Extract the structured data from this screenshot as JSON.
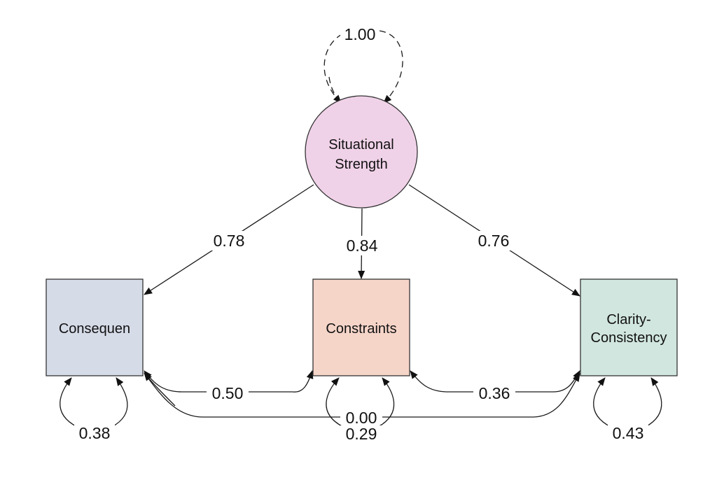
{
  "latent": {
    "label_line1": "Situational",
    "label_line2": "Strength",
    "fill": "#f0d2e8",
    "variance": "1.00"
  },
  "indicators": [
    {
      "id": "consequences",
      "label_line1": "Consequen",
      "label_line2": "",
      "fill": "#d6dbe8",
      "loading": "0.78",
      "residual_variance": "0.38"
    },
    {
      "id": "constraints",
      "label_line1": "Constraints",
      "label_line2": "",
      "fill": "#f6d5c9",
      "loading": "0.84",
      "residual_variance": "0.29"
    },
    {
      "id": "clarity-consistency",
      "label_line1": "Clarity-",
      "label_line2": "Consistency",
      "fill": "#d1e6de",
      "loading": "0.76",
      "residual_variance": "0.43"
    }
  ],
  "covariances": [
    {
      "from": "consequences",
      "to": "constraints",
      "value": "0.50"
    },
    {
      "from": "constraints",
      "to": "clarity-consistency",
      "value": "0.36"
    },
    {
      "from": "consequences",
      "to": "clarity-consistency",
      "value": "0.00"
    }
  ]
}
